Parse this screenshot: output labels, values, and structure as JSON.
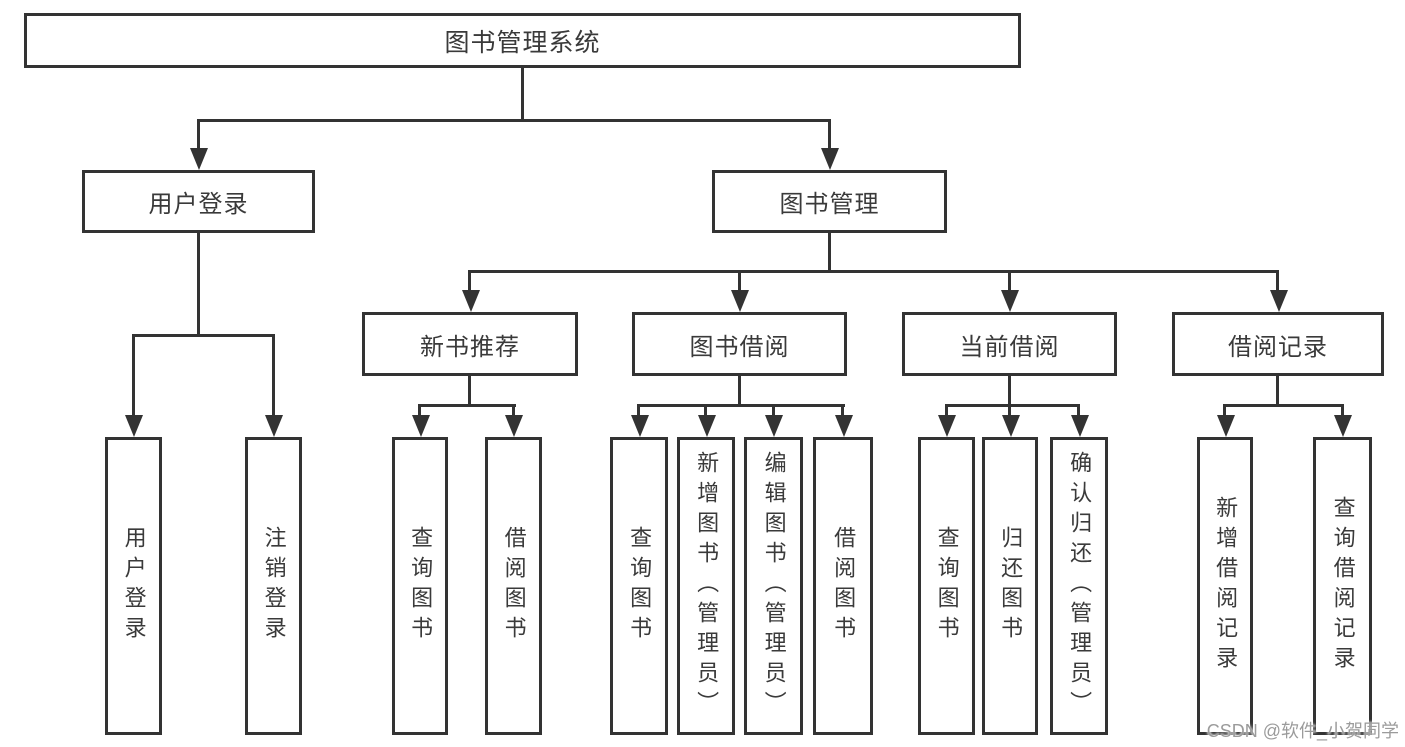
{
  "diagram": {
    "root": {
      "label": "图书管理系统"
    },
    "level2": [
      {
        "id": "user-login",
        "label": "用户登录"
      },
      {
        "id": "book-management",
        "label": "图书管理"
      }
    ],
    "level3": [
      {
        "id": "new-book-recommend",
        "label": "新书推荐"
      },
      {
        "id": "book-borrow",
        "label": "图书借阅"
      },
      {
        "id": "current-borrow",
        "label": "当前借阅"
      },
      {
        "id": "borrow-record",
        "label": "借阅记录"
      }
    ],
    "leaves": [
      {
        "id": "user-login",
        "label": "用户登录"
      },
      {
        "id": "logout",
        "label": "注销登录"
      },
      {
        "id": "query-books-recommend",
        "label": "查询图书"
      },
      {
        "id": "borrow-books-recommend",
        "label": "借阅图书"
      },
      {
        "id": "query-books-borrow",
        "label": "查询图书"
      },
      {
        "id": "add-books-admin",
        "label": "新增图书（管理员）"
      },
      {
        "id": "edit-books-admin",
        "label": "编辑图书（管理员）"
      },
      {
        "id": "borrow-books",
        "label": "借阅图书"
      },
      {
        "id": "query-books-current",
        "label": "查询图书"
      },
      {
        "id": "return-books",
        "label": "归还图书"
      },
      {
        "id": "confirm-return-admin",
        "label": "确认归还（管理员）"
      },
      {
        "id": "add-borrow-record",
        "label": "新增借阅记录"
      },
      {
        "id": "query-borrow-record",
        "label": "查询借阅记录"
      }
    ],
    "watermark": "CSDN @软件_小贺同学",
    "colors": {
      "line": "#333333",
      "text": "#3a3a3a",
      "background": "#ffffff",
      "watermark": "#9b9b9b"
    }
  }
}
